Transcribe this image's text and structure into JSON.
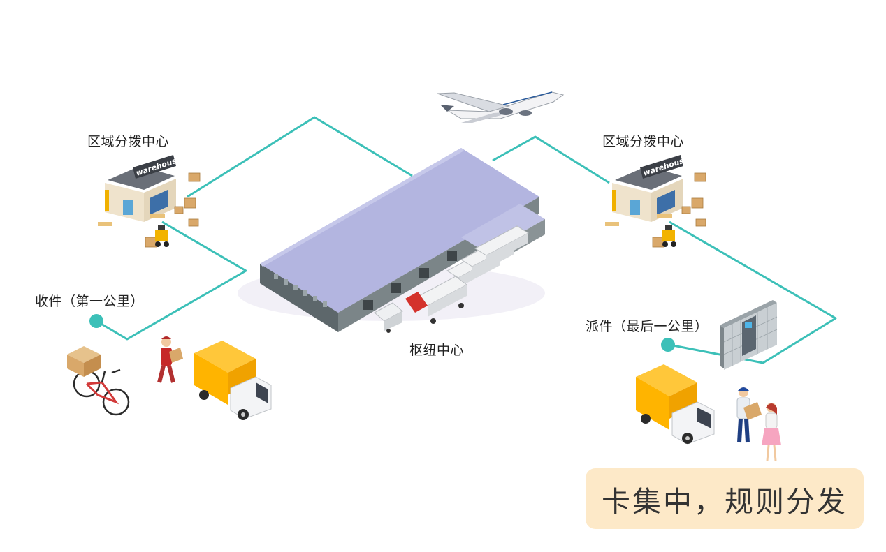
{
  "labels": {
    "regional_left": "区域分拨中心",
    "regional_right": "区域分拨中心",
    "pickup": "收件（第一公里）",
    "hub": "枢纽中心",
    "delivery": "派件（最后一公里）"
  },
  "banner": "卡集中，规则分发",
  "warehouse_sign": "warehouse",
  "colors": {
    "route_line": "#3cc0b8",
    "banner_bg": "#fde9c8",
    "truck_yellow": "#ffb400",
    "roof": "#a9acd9",
    "wall": "#6f7a7d"
  }
}
